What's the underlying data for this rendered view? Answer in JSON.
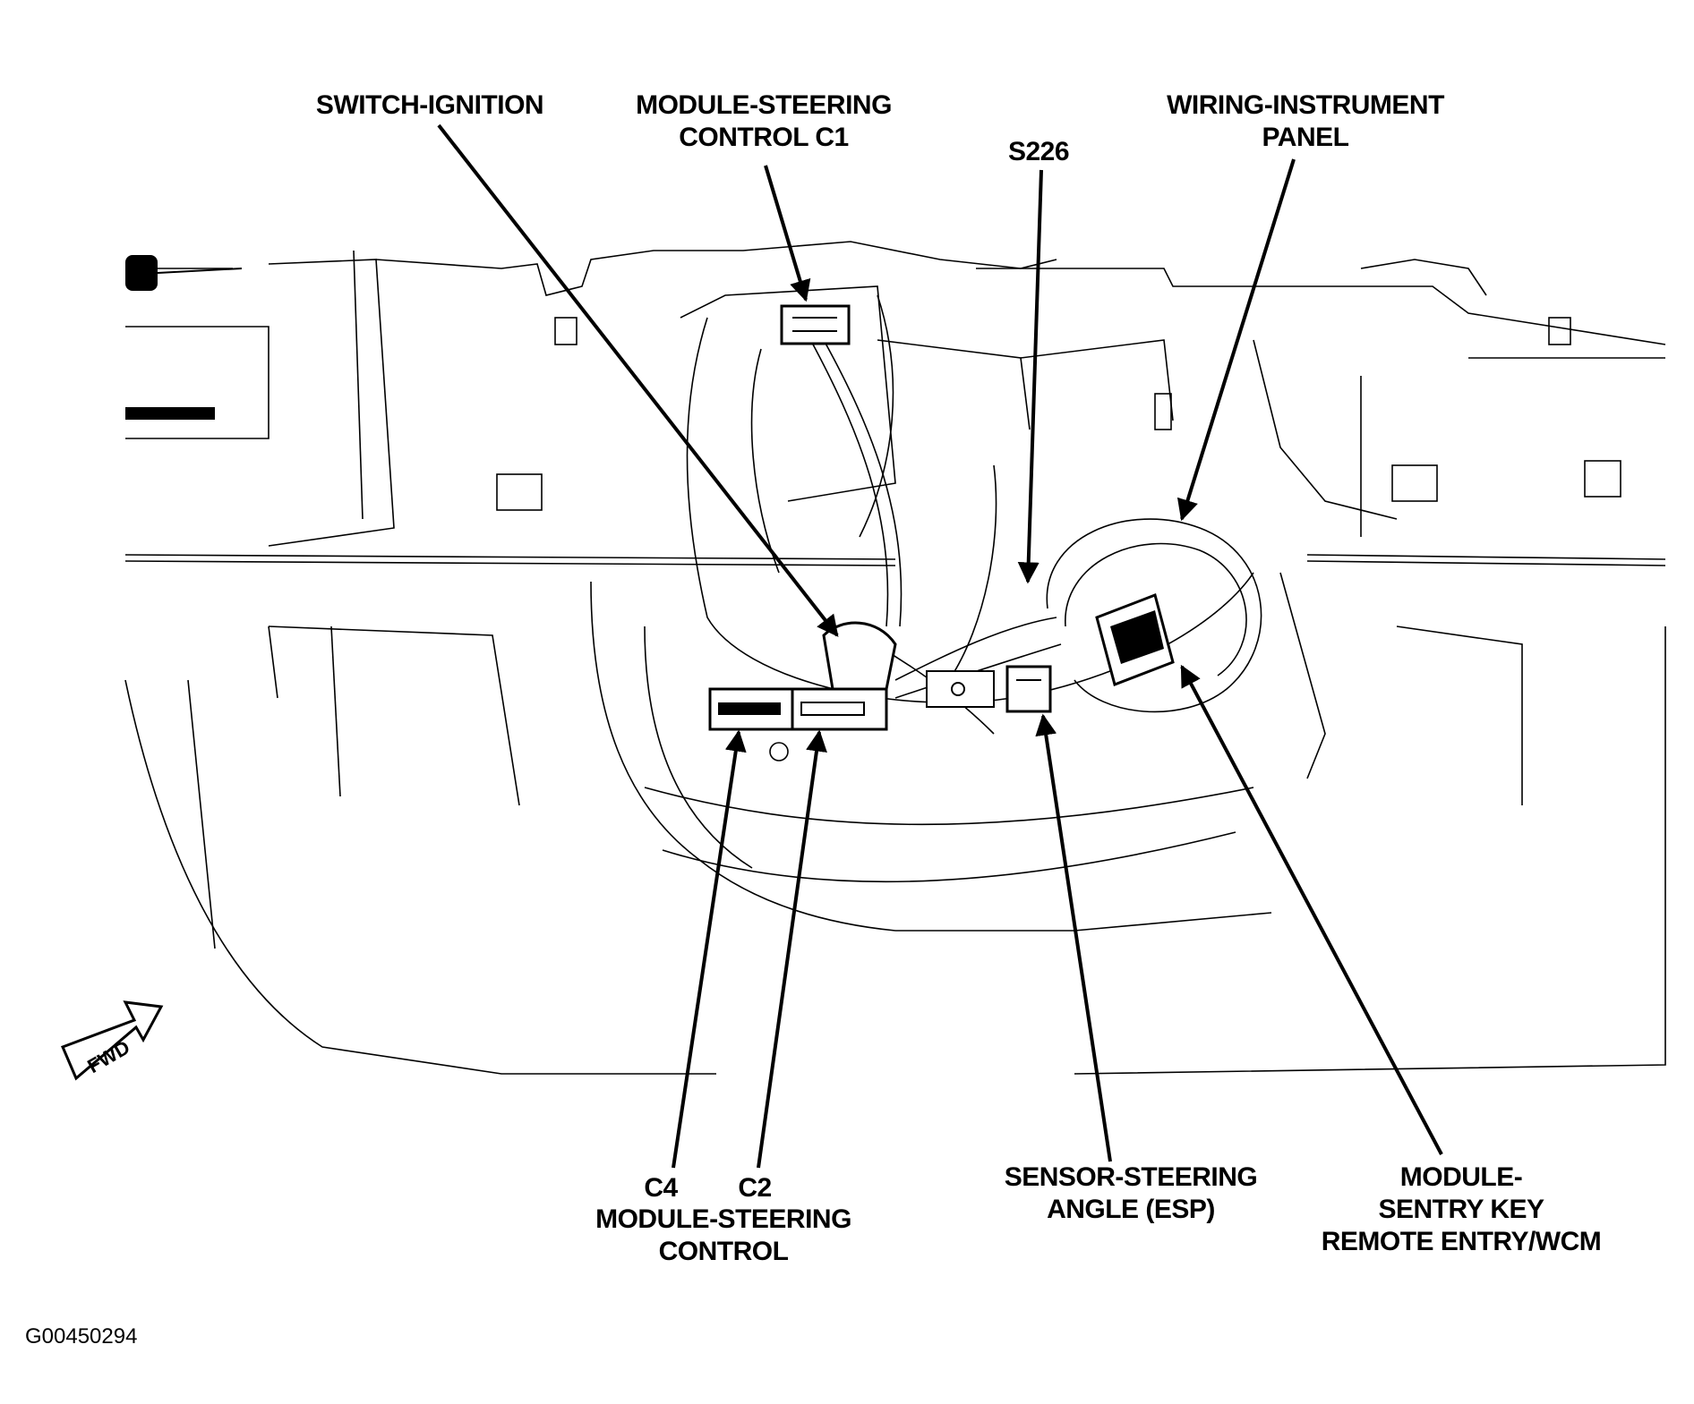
{
  "labels": {
    "switch_ignition": "SWITCH-IGNITION",
    "module_steering_control_c1": [
      "MODULE-STEERING",
      "CONTROL C1"
    ],
    "s226": "S226",
    "wiring_instrument_panel": [
      "WIRING-INSTRUMENT",
      "PANEL"
    ],
    "c4": "C4",
    "c2": "C2",
    "module_steering_control_bottom": [
      "MODULE-STEERING",
      "CONTROL"
    ],
    "sensor_steering_angle": [
      "SENSOR-STEERING",
      "ANGLE (ESP)"
    ],
    "module_sentry_key": [
      "MODULE-",
      "SENTRY KEY",
      "REMOTE ENTRY/WCM"
    ]
  },
  "fwd_arrow_text": "FWD",
  "figure_id": "G00450294"
}
